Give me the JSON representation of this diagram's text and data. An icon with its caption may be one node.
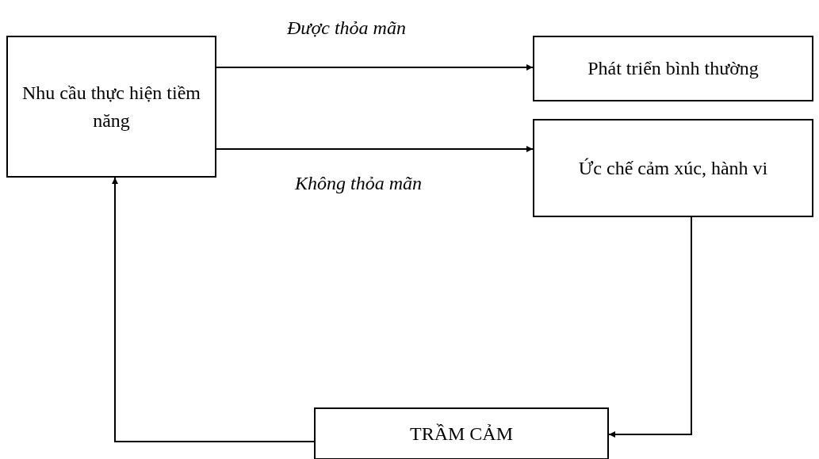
{
  "diagram": {
    "nodes": [
      {
        "text": [
          "Nhu cầu thực hiện tiềm năng"
        ]
      },
      {
        "text": [
          "Phát triển bình thường"
        ]
      },
      {
        "text": [
          "Ức chế cảm xúc, hành vi"
        ]
      },
      {
        "text": [
          "TRẦM CẢM"
        ]
      }
    ],
    "edges": [
      {
        "from": 0,
        "to": 1,
        "arrow": "to",
        "label": "Được thỏa mãn"
      },
      {
        "from": 0,
        "to": 2,
        "arrow": "to",
        "label": "Không thỏa mãn"
      },
      {
        "from": 2,
        "to": 3,
        "arrow": "to"
      },
      {
        "from": 3,
        "to": 0,
        "arrow": "to"
      }
    ]
  }
}
